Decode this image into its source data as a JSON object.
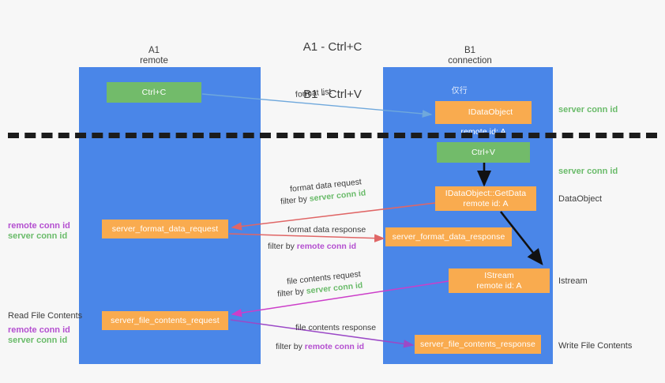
{
  "title": {
    "line1": "A1 - Ctrl+C",
    "line2": "B1 - Ctrl+V"
  },
  "columns": [
    {
      "name": "A1",
      "sub": "remote"
    },
    {
      "name": "B1",
      "sub": "connection"
    }
  ],
  "colors": {
    "lane": "#4a86e8",
    "green_box": "#72bb6a",
    "orange_box": "#f9ab4f",
    "green_text": "#6abb6a",
    "purple_text": "#b44fd0",
    "blue_arrow": "#6fa8dc",
    "red_arrow": "#e06666",
    "magenta_arrow": "#cc3ec9",
    "purple_arrow": "#9b49c7",
    "black_arrow": "#111111",
    "divider": "#1c1c1c",
    "background": "#f7f7f7"
  },
  "boxes": {
    "ctrl_c": "Ctrl+C",
    "ctrl_v": "Ctrl+V",
    "idataobject_prefix": "仅行",
    "idataobject_title": "IDataObject",
    "idataobject_sub": "remote id: A",
    "getdata_title": "IDataObject::GetData",
    "getdata_sub": "remote id: A",
    "istream_title": "IStream",
    "istream_sub": "remote id: A",
    "server_format_data_request": "server_format_data_request",
    "server_format_data_response": "server_format_data_response",
    "server_file_contents_request": "server_file_contents_request",
    "server_file_contents_response": "server_file_contents_response"
  },
  "right_labels": {
    "server_conn_id_top": "server conn id",
    "server_conn_id_mid": "server conn id",
    "dataobject": "DataObject",
    "istream": "Istream",
    "write_file_contents": "Write File Contents"
  },
  "left_labels": {
    "remote_conn_id_1": "remote conn id",
    "server_conn_id_1": "server conn id",
    "read_file_contents": "Read File Contents",
    "remote_conn_id_2": "remote conn id",
    "server_conn_id_2": "server conn id"
  },
  "flow_labels": {
    "format_list": "format list",
    "format_data_request": "format data request",
    "format_data_request_filter_prefix": "filter by ",
    "format_data_request_filter_value": "server conn id",
    "format_data_response": "format data response",
    "format_data_response_filter_prefix": "filter by ",
    "format_data_response_filter_value": "remote conn id",
    "file_contents_request": "file contents request",
    "file_contents_request_filter_prefix": "filter by ",
    "file_contents_request_filter_value": "server conn id",
    "file_contents_response": "file contents response",
    "file_contents_response_filter_prefix": "filter by ",
    "file_contents_response_filter_value": "remote conn id"
  }
}
